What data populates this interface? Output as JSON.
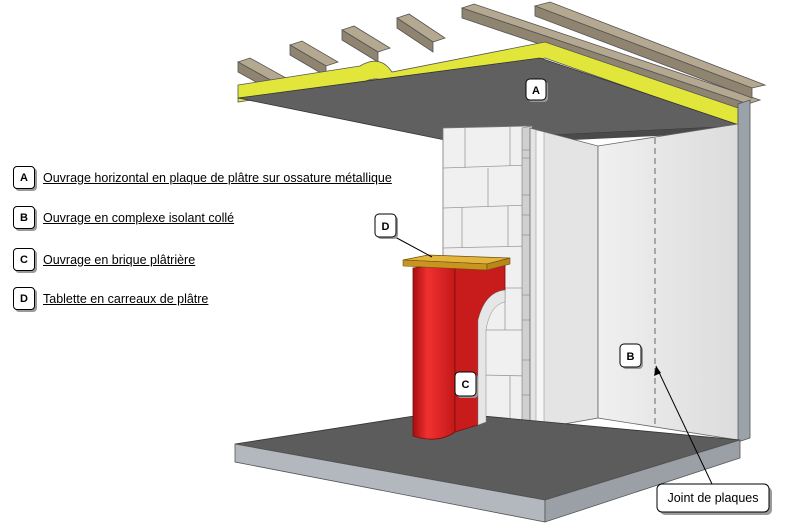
{
  "legend": [
    {
      "letter": "A",
      "text": "Ouvrage horizontal en plaque de plâtre sur ossature métallique"
    },
    {
      "letter": "B",
      "text": "Ouvrage en complexe isolant collé"
    },
    {
      "letter": "C",
      "text": "Ouvrage en brique plâtrière"
    },
    {
      "letter": "D",
      "text": "Tablette en carreaux de plâtre"
    }
  ],
  "callouts": {
    "a": "A",
    "b": "B",
    "c": "C",
    "d": "D",
    "joint": "Joint de plaques"
  },
  "colors": {
    "ceiling": "#606060",
    "insulation": "#e3e63a",
    "joists": "#b4a890",
    "wall_board": "#e2e2e2",
    "brick_wall": "#f0f0f0",
    "chimney": "#dd1f1f",
    "shelf": "#e3b43c",
    "floor": "#5c5c5c"
  }
}
